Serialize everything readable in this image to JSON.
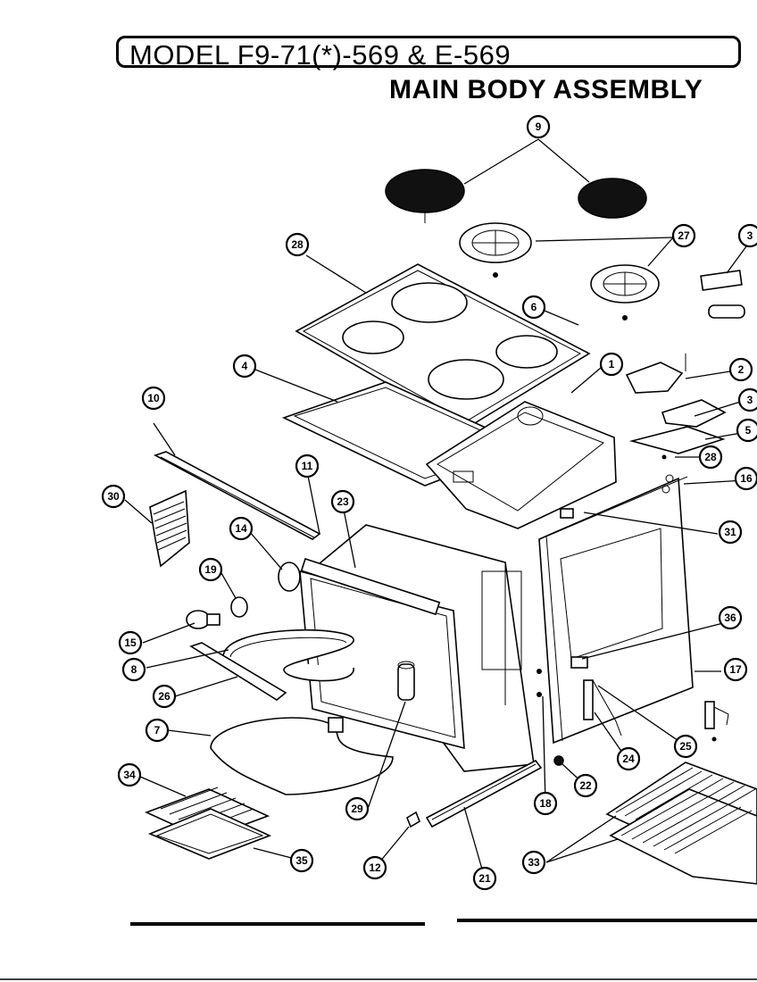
{
  "header": {
    "model_title": "MODEL F9-71(*)-569 & E-569",
    "section_title": "MAIN BODY ASSEMBLY"
  },
  "callouts": [
    {
      "id": "c9",
      "label": "9"
    },
    {
      "id": "c28a",
      "label": "28"
    },
    {
      "id": "c27",
      "label": "27"
    },
    {
      "id": "c3a",
      "label": "3"
    },
    {
      "id": "c6",
      "label": "6"
    },
    {
      "id": "c4",
      "label": "4"
    },
    {
      "id": "c1",
      "label": "1"
    },
    {
      "id": "c2",
      "label": "2"
    },
    {
      "id": "c3b",
      "label": "3"
    },
    {
      "id": "c5",
      "label": "5"
    },
    {
      "id": "c28b",
      "label": "28"
    },
    {
      "id": "c16",
      "label": "16"
    },
    {
      "id": "c10",
      "label": "10"
    },
    {
      "id": "c11",
      "label": "11"
    },
    {
      "id": "c23",
      "label": "23"
    },
    {
      "id": "c30",
      "label": "30"
    },
    {
      "id": "c31",
      "label": "31"
    },
    {
      "id": "c14",
      "label": "14"
    },
    {
      "id": "c19",
      "label": "19"
    },
    {
      "id": "c36",
      "label": "36"
    },
    {
      "id": "c15",
      "label": "15"
    },
    {
      "id": "c8",
      "label": "8"
    },
    {
      "id": "c17",
      "label": "17"
    },
    {
      "id": "c26",
      "label": "26"
    },
    {
      "id": "c7",
      "label": "7"
    },
    {
      "id": "c25",
      "label": "25"
    },
    {
      "id": "c24",
      "label": "24"
    },
    {
      "id": "c34",
      "label": "34"
    },
    {
      "id": "c22",
      "label": "22"
    },
    {
      "id": "c29",
      "label": "29"
    },
    {
      "id": "c18",
      "label": "18"
    },
    {
      "id": "c33",
      "label": "33"
    },
    {
      "id": "c35",
      "label": "35"
    },
    {
      "id": "c12",
      "label": "12"
    },
    {
      "id": "c21",
      "label": "21"
    }
  ]
}
